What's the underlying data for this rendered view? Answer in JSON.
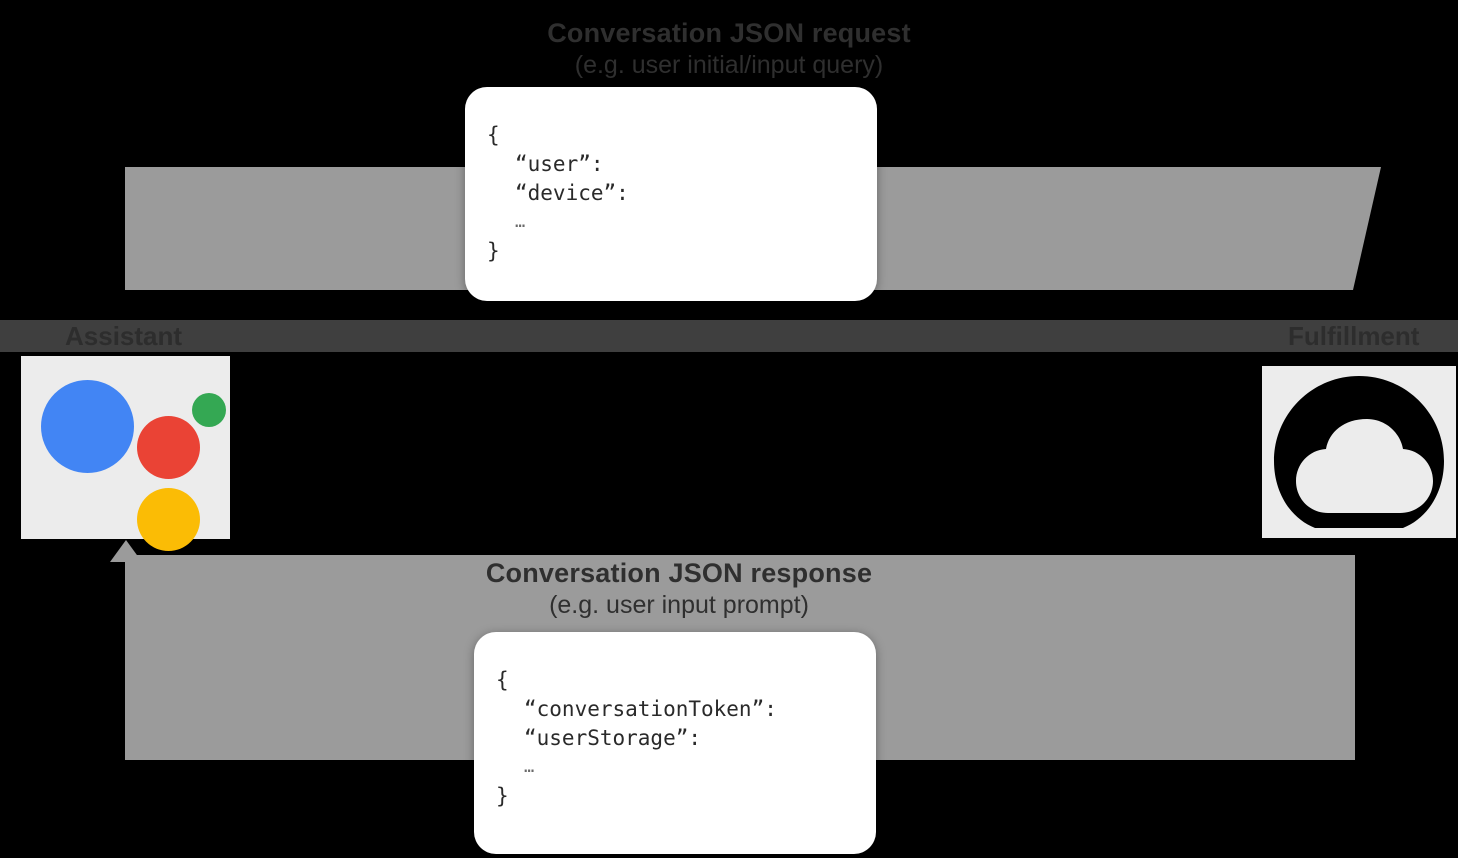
{
  "diagram": {
    "title": "Conversation JSON request / response flow",
    "colors": {
      "background": "#000000",
      "band_gray": "#9b9b9b",
      "band_dark": "#3f3f3f",
      "tile": "#ececec",
      "bubble": "#ffffff",
      "google_blue": "#4285F4",
      "google_red": "#EA4335",
      "google_yellow": "#FBBC05",
      "google_green": "#34A853"
    }
  },
  "endpoints": {
    "left": {
      "label": "Assistant",
      "icon": "google-assistant-icon"
    },
    "right": {
      "label": "Fulfillment",
      "icon": "cloud-functions-icon"
    }
  },
  "request": {
    "caption_title": "Conversation JSON request",
    "caption_sub": "(e.g. user initial/input query)",
    "direction": "assistant-to-fulfillment",
    "json": {
      "open_brace": "{",
      "lines": [
        "“user”:",
        "“device”:"
      ],
      "ellipsis": "…",
      "close_brace": "}"
    }
  },
  "response": {
    "caption_title": "Conversation JSON response",
    "caption_sub": "(e.g. user input prompt)",
    "direction": "fulfillment-to-assistant",
    "json": {
      "open_brace": "{",
      "lines": [
        "“conversationToken”:",
        "“userStorage”:"
      ],
      "ellipsis": "…",
      "close_brace": "}"
    }
  }
}
